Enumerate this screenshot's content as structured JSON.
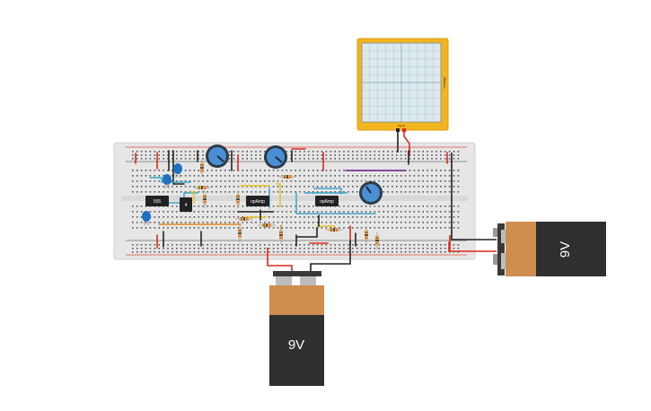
{
  "canvas": {
    "background": "#ffffff"
  },
  "components": {
    "oscilloscope": {
      "label": "Voltage",
      "probe_label": "Signal"
    },
    "ic_555": {
      "label": "555"
    },
    "ic_4": {
      "label": "4"
    },
    "opamp_1": {
      "label": "opAmp"
    },
    "opamp_2": {
      "label": "opAmp"
    },
    "battery_right": {
      "label": "9V"
    },
    "battery_bottom": {
      "label": "9V"
    }
  },
  "colors": {
    "breadboard": "#e6e6e6",
    "breadboard_border": "#cfcfcf",
    "rail_red": "#e04a3a",
    "rail_black": "#333333",
    "wire_red": "#d9281e",
    "wire_black": "#222222",
    "wire_blue": "#3aa6c9",
    "wire_yellow": "#e8c21e",
    "wire_orange": "#e08a1e",
    "wire_purple": "#7a3a9a",
    "scope_frame": "#f2b51e",
    "scope_screen": "#dbe8ee",
    "battery_copper": "#cf8d50",
    "battery_body": "#2f2f2f",
    "pot_blue": "#4a8fd6",
    "capacitor_blue": "#1f6fc2"
  }
}
